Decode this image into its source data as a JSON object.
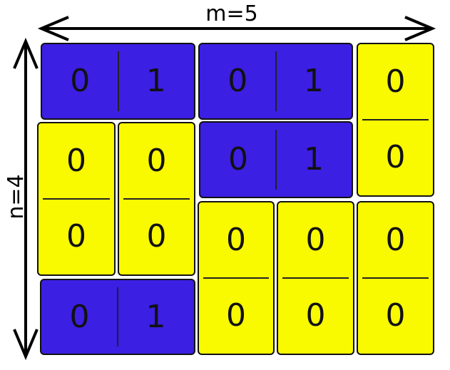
{
  "labels": {
    "m": "m=5",
    "n": "n=4"
  },
  "colors": {
    "blue": "#3b1fe3",
    "yellow": "#f9f900",
    "line": "#000000"
  },
  "tiles": [
    {
      "orientation": "horizontal",
      "color": "blue",
      "values": [
        "0",
        "1"
      ]
    },
    {
      "orientation": "horizontal",
      "color": "blue",
      "values": [
        "0",
        "1"
      ]
    },
    {
      "orientation": "vertical",
      "color": "yellow",
      "values": [
        "0",
        "0"
      ]
    },
    {
      "orientation": "vertical",
      "color": "yellow",
      "values": [
        "0",
        "0"
      ]
    },
    {
      "orientation": "vertical",
      "color": "yellow",
      "values": [
        "0",
        "0"
      ]
    },
    {
      "orientation": "horizontal",
      "color": "blue",
      "values": [
        "0",
        "1"
      ]
    },
    {
      "orientation": "vertical",
      "color": "yellow",
      "values": [
        "0",
        "0"
      ]
    },
    {
      "orientation": "vertical",
      "color": "yellow",
      "values": [
        "0",
        "0"
      ]
    },
    {
      "orientation": "vertical",
      "color": "yellow",
      "values": [
        "0",
        "0"
      ]
    },
    {
      "orientation": "horizontal",
      "color": "blue",
      "values": [
        "0",
        "1"
      ]
    }
  ]
}
